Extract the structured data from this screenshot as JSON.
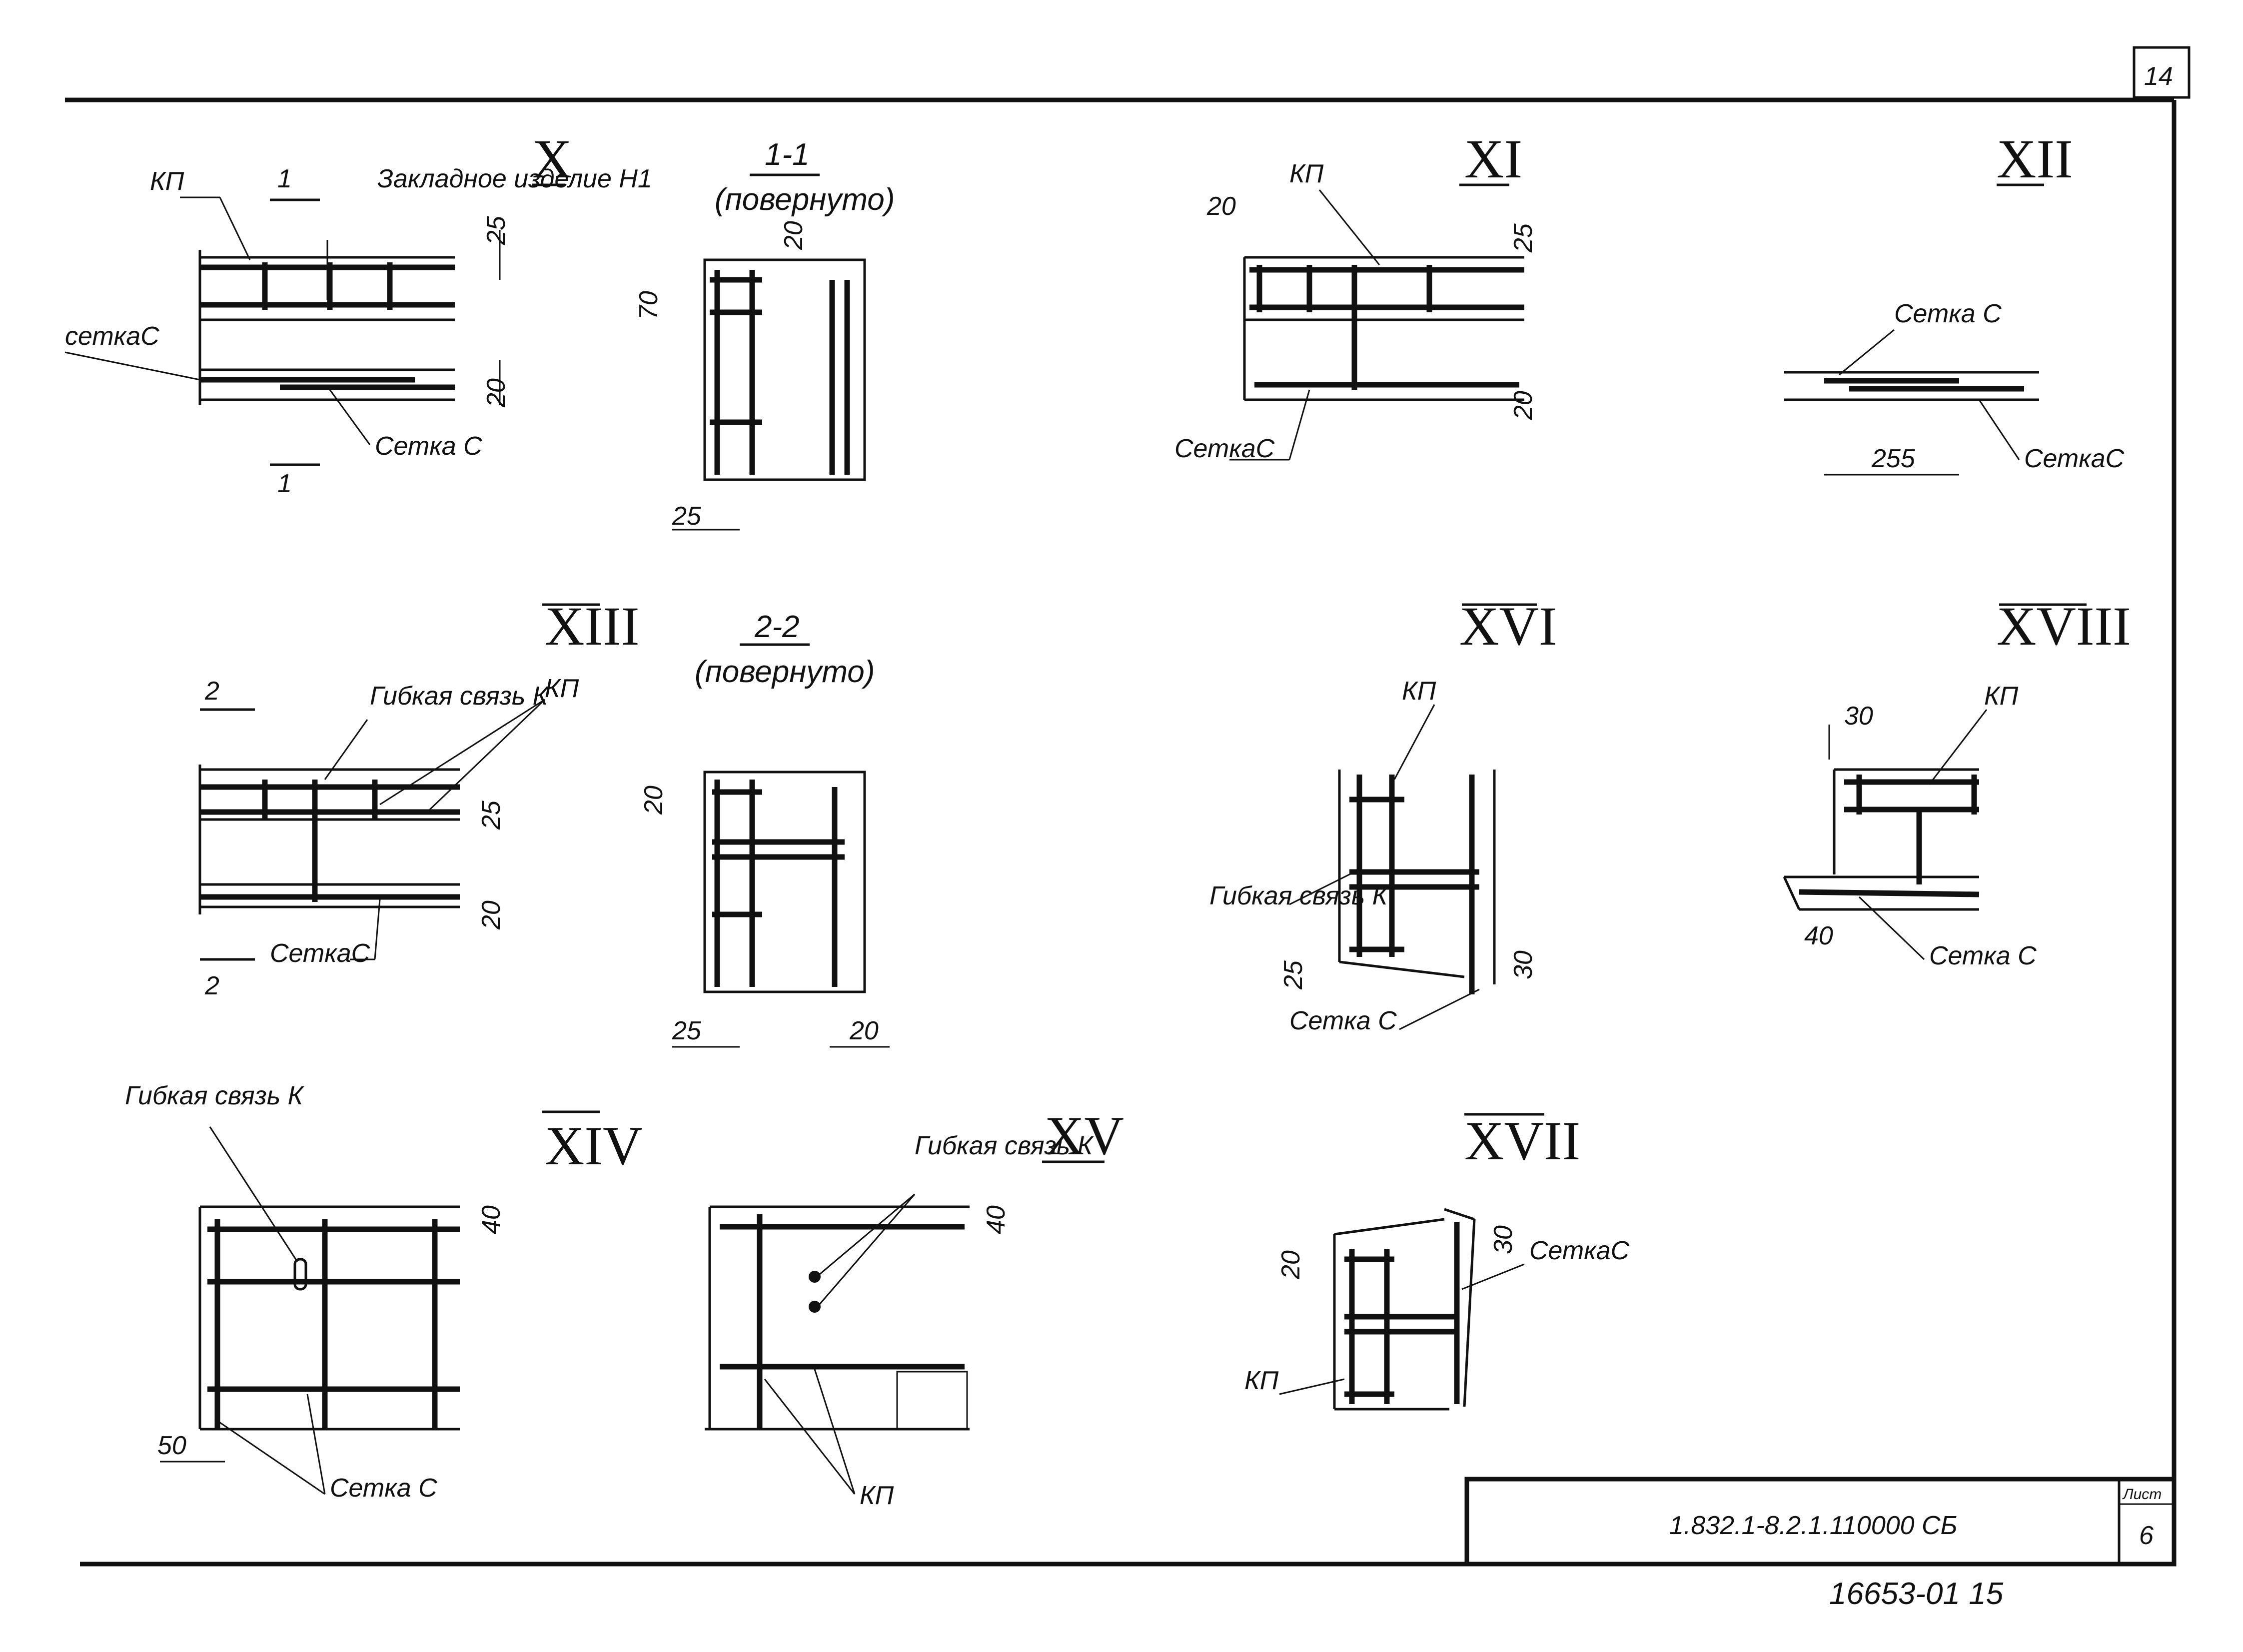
{
  "sheet": {
    "corner_number": "14",
    "doc_code": "1.832.1-8.2.1.110000 СБ",
    "sheet_label": "Лист",
    "sheet_number": "6",
    "archive_number": "16653-01  15"
  },
  "nodes": {
    "x": {
      "title": "X",
      "labels": [
        "КП",
        "Закладное изделие Н1",
        "сеткаС",
        "Сетка С"
      ],
      "section": "1",
      "dims": [
        "25",
        "20"
      ]
    },
    "s11": {
      "title": "1-1",
      "subtitle": "(повернуто)",
      "dims": [
        "70",
        "20",
        "25"
      ]
    },
    "xi": {
      "title": "XI",
      "labels": [
        "КП",
        "СеткаС"
      ],
      "dims": [
        "20",
        "25",
        "20"
      ]
    },
    "xii": {
      "title": "XII",
      "labels": [
        "Сетка С",
        "СеткаС"
      ],
      "dims": [
        "255"
      ]
    },
    "xiii": {
      "title": "XIII",
      "labels": [
        "Гибкая связь К",
        "КП",
        "СеткаС"
      ],
      "section": "2",
      "dims": [
        "25",
        "20"
      ]
    },
    "s22": {
      "title": "2-2",
      "subtitle": "(повернуто)",
      "dims": [
        "20",
        "25",
        "20"
      ]
    },
    "xvi": {
      "title": "XVI",
      "labels": [
        "КП",
        "Гибкая связь К",
        "Сетка С"
      ],
      "dims": [
        "25",
        "30"
      ]
    },
    "xviii": {
      "title": "XVIII",
      "labels": [
        "КП",
        "Сетка С"
      ],
      "dims": [
        "30",
        "40"
      ]
    },
    "xiv": {
      "title": "XIV",
      "labels": [
        "Гибкая связь К",
        "Сетка С"
      ],
      "dims": [
        "40",
        "50"
      ]
    },
    "xv": {
      "title": "XV",
      "labels": [
        "Гибкая связь К",
        "КП"
      ],
      "dims": [
        "40"
      ]
    },
    "xvii": {
      "title": "XVII",
      "labels": [
        "СеткаС",
        "КП"
      ],
      "dims": [
        "20",
        "30"
      ]
    }
  }
}
